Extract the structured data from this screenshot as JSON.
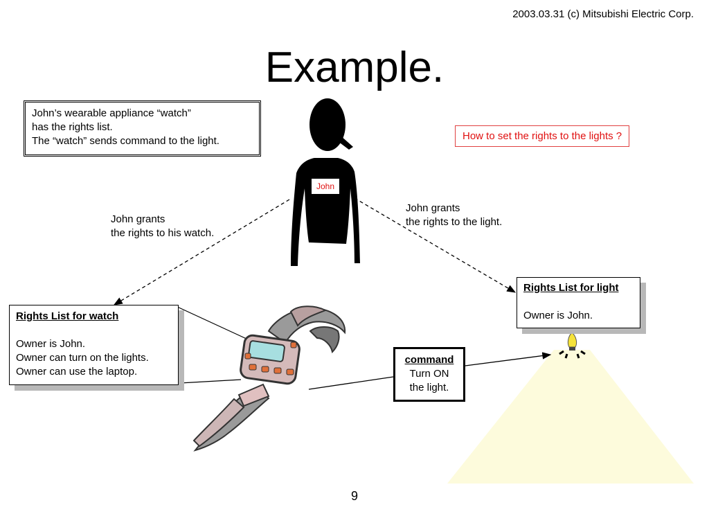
{
  "header": {
    "copyright": "2003.03.31 (c) Mitsubishi Electric Corp."
  },
  "slide": {
    "title": "Example.",
    "page_number": "9"
  },
  "note": {
    "line1": "John’s wearable appliance “watch”",
    "line2": "has the rights list.",
    "line3": "The “watch” sends command to the light."
  },
  "question": "How to set the rights to the lights ?",
  "person": {
    "label": "John"
  },
  "grant_watch": {
    "line1": "John grants",
    "line2": "the rights to his watch."
  },
  "grant_light": {
    "line1": "John grants",
    "line2": "the rights to the light."
  },
  "rights_watch": {
    "title": "Rights List for watch",
    "line1": "Owner is John.",
    "line2": "Owner can turn on the lights.",
    "line3": "Owner can use the laptop."
  },
  "rights_light": {
    "title": "Rights List for light",
    "line1": "Owner is John."
  },
  "command": {
    "title": "command",
    "line1": "Turn ON",
    "line2": "the light."
  },
  "colors": {
    "highlight_red": "#e01010",
    "light_beam": "#fdfbdc",
    "bulb": "#f5e23a"
  },
  "icons": [
    "person-silhouette",
    "wristwatch-icon",
    "lightbulb-icon"
  ]
}
